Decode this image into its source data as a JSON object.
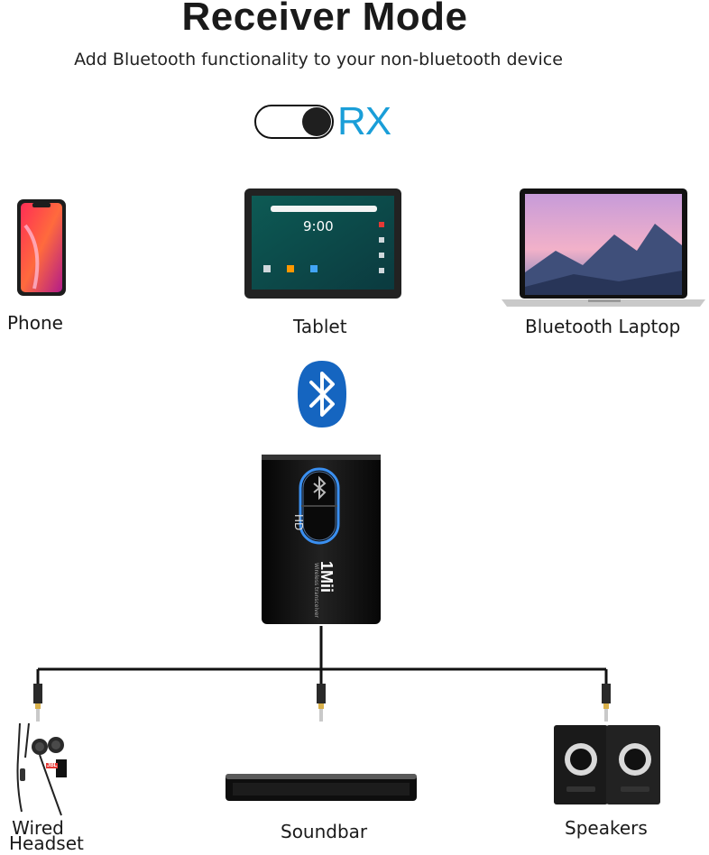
{
  "header": {
    "title": "Receiver Mode",
    "subtitle": "Add Bluetooth functionality to your non-bluetooth device"
  },
  "mode_switch": {
    "label": "RX",
    "state": "on",
    "accent_color": "#1a9ed8"
  },
  "source_devices": [
    {
      "label": "Phone",
      "icon": "smartphone-icon"
    },
    {
      "label": "Tablet",
      "icon": "tablet-icon",
      "screen_time": "9:00"
    },
    {
      "label": "Bluetooth Laptop",
      "icon": "laptop-icon"
    }
  ],
  "connection": {
    "icon": "bluetooth-icon",
    "color": "#1565c0"
  },
  "adapter": {
    "icon": "bluetooth-adapter-icon",
    "button_label": "HD",
    "brand": "1Mii",
    "product_text": "Wireless transceiver",
    "glow_color": "#3a8ff0"
  },
  "output_devices": [
    {
      "label_line1": "Wired",
      "label_line2": "Headset",
      "icon": "earphones-icon",
      "brand": "JBL"
    },
    {
      "label": "Soundbar",
      "icon": "soundbar-icon"
    },
    {
      "label": "Speakers",
      "icon": "speakers-icon"
    }
  ]
}
